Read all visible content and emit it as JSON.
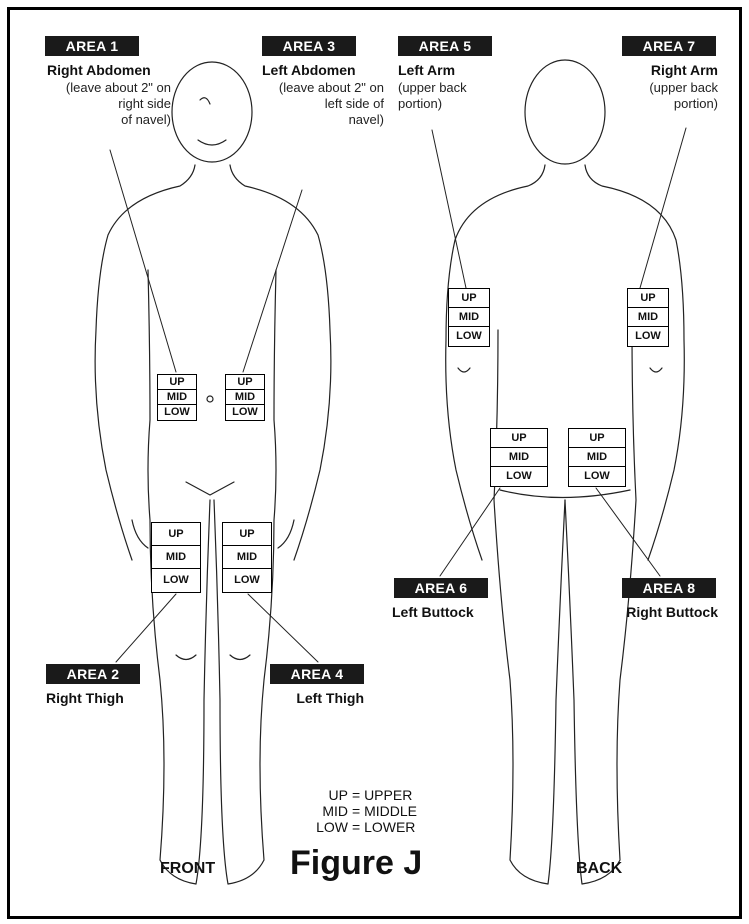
{
  "areas": {
    "a1": {
      "tag": "AREA 1",
      "title": "Right Abdomen",
      "note": [
        "(leave about 2\" on",
        "right side",
        "of navel)"
      ]
    },
    "a3": {
      "tag": "AREA 3",
      "title": "Left Abdomen",
      "note": [
        "(leave about 2\" on",
        "left side of",
        "navel)"
      ]
    },
    "a5": {
      "tag": "AREA 5",
      "title": "Left Arm",
      "note": [
        "(upper back",
        "portion)"
      ]
    },
    "a7": {
      "tag": "AREA 7",
      "title": "Right Arm",
      "note": [
        "(upper back",
        "portion)"
      ]
    },
    "a2": {
      "tag": "AREA 2",
      "title": "Right Thigh"
    },
    "a4": {
      "tag": "AREA 4",
      "title": "Left Thigh"
    },
    "a6": {
      "tag": "AREA 6",
      "title": "Left Buttock"
    },
    "a8": {
      "tag": "AREA 8",
      "title": "Right Buttock"
    }
  },
  "zones": [
    "UP",
    "MID",
    "LOW"
  ],
  "legend": [
    {
      "key": "UP",
      "value": "= UPPER"
    },
    {
      "key": "MID",
      "value": "= MIDDLE"
    },
    {
      "key": "LOW",
      "value": "= LOWER"
    }
  ],
  "footer": {
    "front": "FRONT",
    "back": "BACK",
    "figure": "Figure J"
  }
}
